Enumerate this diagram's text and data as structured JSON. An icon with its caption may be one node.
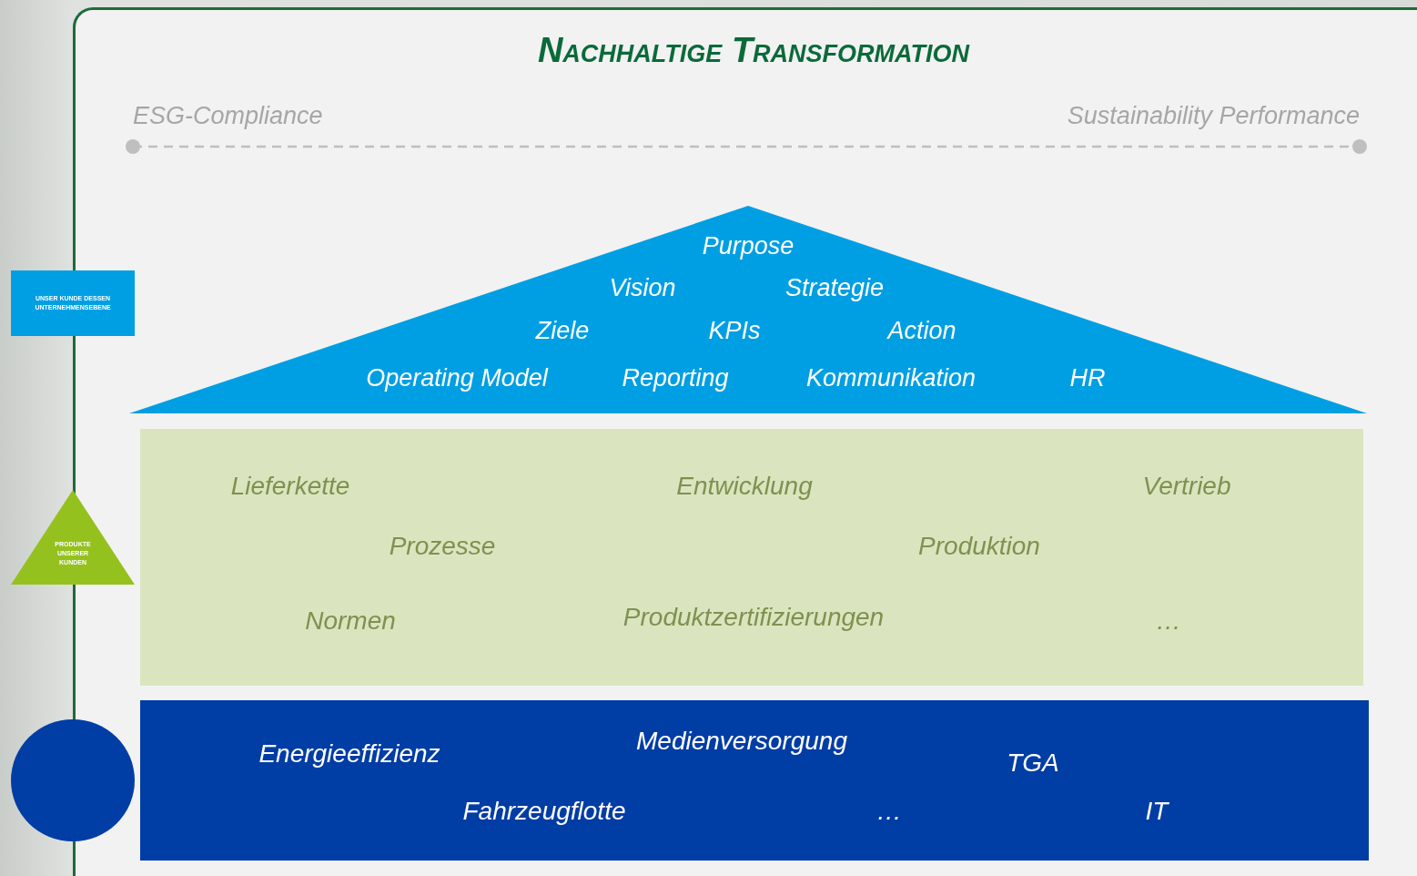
{
  "diagram": {
    "title": "Nachhaltige Transformation",
    "nodes": [
      {
        "text": [
          "Purpose",
          "Vision",
          "Strategie",
          "Ziele",
          "KPIs",
          "Action",
          "Operating Model",
          "Reporting",
          "Kommunikation",
          "HR"
        ]
      },
      {
        "text": [
          "Lieferkette",
          "Entwicklung",
          "Vertrieb",
          "Prozesse",
          "Produktion",
          "Normen",
          "Produktzertifizierungen",
          "…"
        ]
      },
      {
        "text": [
          "Energieeffizienz",
          "Medienversorgung",
          "TGA",
          "Fahrzeugflotte",
          "…",
          "IT"
        ]
      },
      {
        "text": [
          "UNSER KUNDE DESSEN UNTERNEHMENSEBENE"
        ]
      },
      {
        "text": [
          "PRODUKTE UNSERER KUNDEN"
        ]
      },
      {
        "text": [],
        "shape": "circle"
      }
    ],
    "edges": [],
    "labels": [
      "ESG-Compliance",
      "Sustainability Performance"
    ]
  }
}
